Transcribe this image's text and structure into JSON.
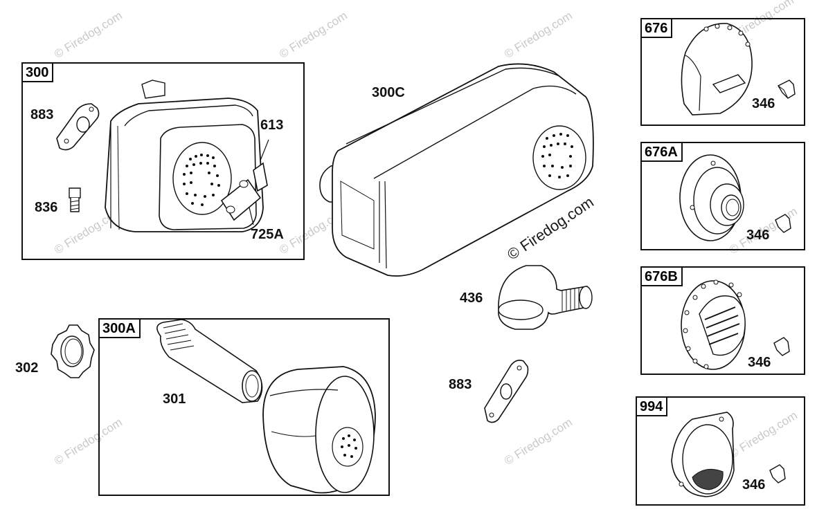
{
  "boxes": {
    "b300": "300",
    "b300A": "300A",
    "b676": "676",
    "b676A": "676A",
    "b676B": "676B",
    "b994": "994"
  },
  "labels": {
    "l883a": "883",
    "l836": "836",
    "l613": "613",
    "l725A": "725A",
    "l300C": "300C",
    "l436": "436",
    "l883b": "883",
    "l302": "302",
    "l301": "301",
    "l346a": "346",
    "l346b": "346",
    "l346c": "346",
    "l346d": "346"
  },
  "watermark": {
    "light": "© Firedog.com",
    "main": "© Firedog.com"
  }
}
